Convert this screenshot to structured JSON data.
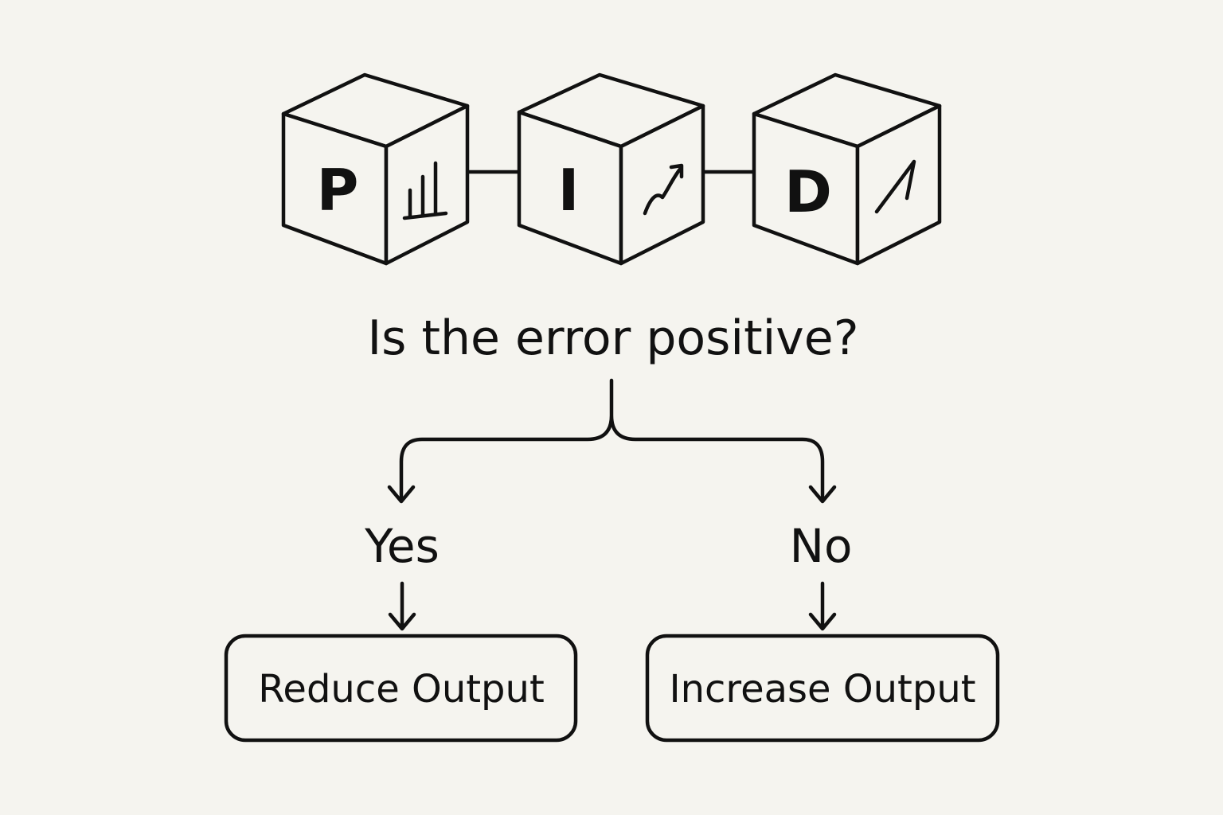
{
  "colors": {
    "background": "#f5f4ef",
    "ink": "#111111"
  },
  "blocks": [
    {
      "letter": "P",
      "side_icon": "bars-step-icon"
    },
    {
      "letter": "I",
      "side_icon": "curve-arrow-icon"
    },
    {
      "letter": "D",
      "side_icon": "slope-line-icon"
    }
  ],
  "question": "Is the error positive?",
  "branches": {
    "yes": {
      "label": "Yes",
      "action": "Reduce Output"
    },
    "no": {
      "label": "No",
      "action": "Increase Output"
    }
  }
}
